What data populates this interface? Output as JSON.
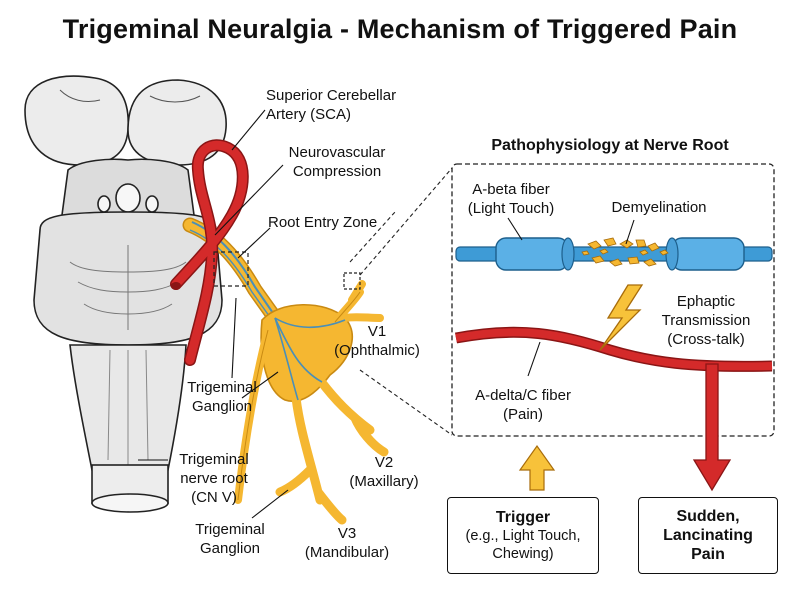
{
  "title": "Trigeminal Neuralgia - Mechanism of Triggered Pain",
  "labels": {
    "sca": [
      "Superior Cerebellar",
      "Artery (SCA)"
    ],
    "compression": [
      "Neurovascular",
      "Compression"
    ],
    "root_entry_zone": "Root Entry Zone",
    "ganglion_upper": [
      "Trigeminal",
      "Ganglion"
    ],
    "nerve_root": [
      "Trigeminal",
      "nerve root",
      "(CN V)"
    ],
    "ganglion_lower": [
      "Trigeminal",
      "Ganglion"
    ],
    "v1": [
      "V1",
      "(Ophthalmic)"
    ],
    "v2": [
      "V2",
      "(Maxillary)"
    ],
    "v3": [
      "V3",
      "(Mandibular)"
    ]
  },
  "panel": {
    "title": "Pathophysiology at Nerve Root",
    "abeta": [
      "A-beta fiber",
      "(Light Touch)"
    ],
    "demyelination": "Demyelination",
    "ephaptic": [
      "Ephaptic",
      "Transmission",
      "(Cross-talk)"
    ],
    "adelta": [
      "A-delta/C fiber",
      "(Pain)"
    ]
  },
  "trigger": {
    "title": "Trigger",
    "sub": [
      "(e.g., Light Touch,",
      "Chewing)"
    ]
  },
  "pain": {
    "lines": [
      "Sudden,",
      "Lancinating",
      "Pain"
    ]
  },
  "colors": {
    "artery": "#d42a2a",
    "nerve": "#f5b731",
    "nerve_outline": "#c98a12",
    "nerve_core": "#4a8fb8",
    "abeta_fiber": "#3e9bd6",
    "myelin": "#5bb0e6",
    "trigger_arrow": "#f7c23a",
    "pain_arrow": "#c81e1e",
    "brainstem": "#e8e8e8"
  }
}
